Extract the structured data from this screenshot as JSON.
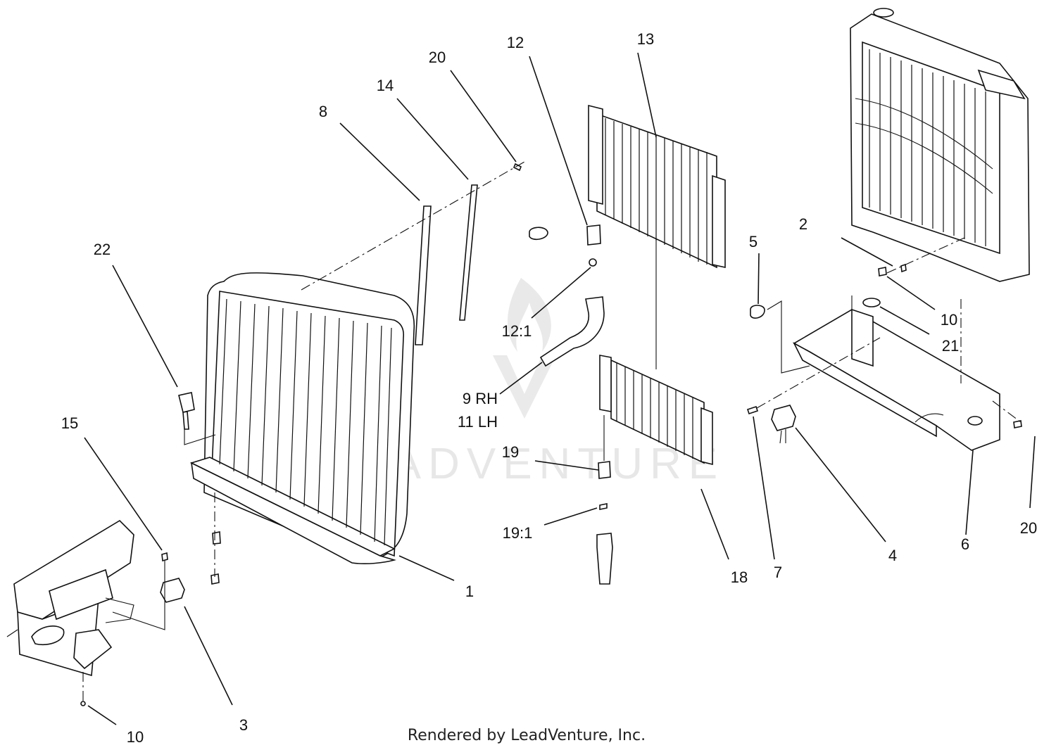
{
  "diagram": {
    "callouts": {
      "c1": "1",
      "c2": "2",
      "c3": "3",
      "c4": "4",
      "c5": "5",
      "c6": "6",
      "c7": "7",
      "c8": "8",
      "c9": "9 RH",
      "c11": "11 LH",
      "c10a": "10",
      "c10b": "10",
      "c12": "12",
      "c12_1": "12:1",
      "c13": "13",
      "c14": "14",
      "c15": "15",
      "c18": "18",
      "c19": "19",
      "c19_1": "19:1",
      "c20a": "20",
      "c20b": "20",
      "c21": "21",
      "c22": "22"
    },
    "watermark": "LEADVENTURE",
    "footer": "Rendered by LeadVenture, Inc."
  }
}
